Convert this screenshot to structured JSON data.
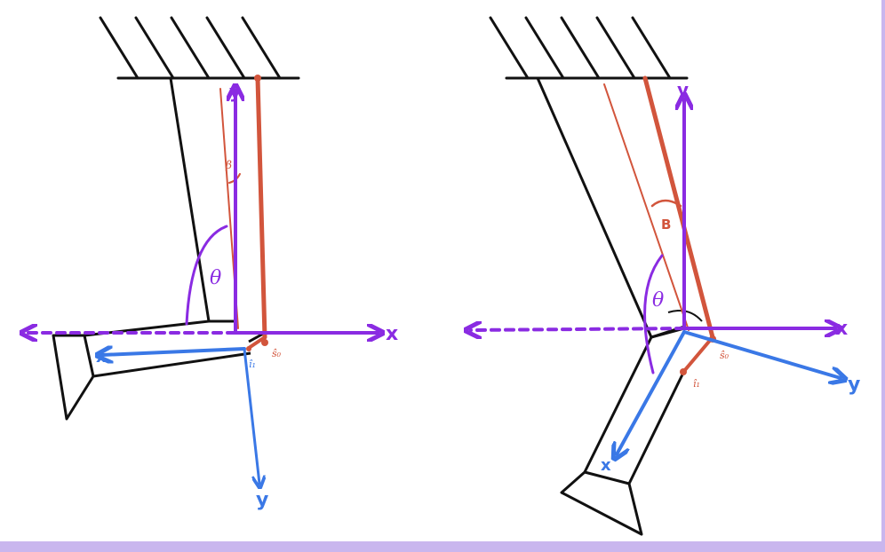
{
  "colors": {
    "ink": "#111111",
    "purple": "#8a2be2",
    "red": "#d2553c",
    "blue": "#3a78e6",
    "frame": "#c9b6ee"
  },
  "left": {
    "labels": {
      "y_axis": "y",
      "x_axis": "x",
      "beta": "β",
      "theta": "θ",
      "s0": "ŝ₀",
      "i1": "î₁",
      "link_x": "x",
      "link_y": "y"
    }
  },
  "right": {
    "labels": {
      "y_axis": "y",
      "x_axis": "x",
      "beta": "B",
      "theta": "θ",
      "s0": "ŝ₀",
      "i1": "î₁",
      "link_x": "x",
      "link_y": "y"
    }
  }
}
